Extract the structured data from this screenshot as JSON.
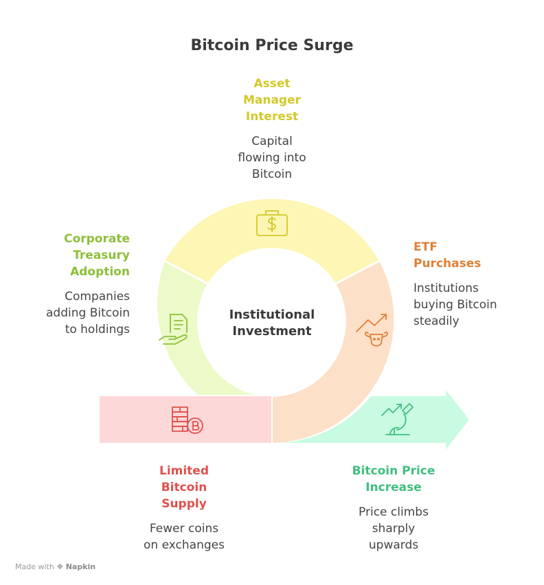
{
  "title": "Bitcoin Price Surge",
  "center_label": "Institutional\nInvestment",
  "sections": {
    "asset_manager": {
      "heading": "Asset\nManager\nInterest",
      "description": "Capital\nflowing into\nBitcoin",
      "color": "#d4c829",
      "fill": "#fdf6b4",
      "icon": "briefcase-dollar-icon"
    },
    "etf": {
      "heading": "ETF\nPurchases",
      "description": "Institutions\nbuying Bitcoin\nsteadily",
      "color": "#e07f35",
      "fill": "#fde0c8",
      "icon": "bull-chart-icon"
    },
    "corporate": {
      "heading": "Corporate\nTreasury\nAdoption",
      "description": "Companies\nadding Bitcoin\nto holdings",
      "color": "#8dbf3a",
      "fill": "#ebfac8",
      "icon": "hand-document-icon"
    },
    "supply": {
      "heading": "Limited\nBitcoin\nSupply",
      "description": "Fewer coins\non exchanges",
      "color": "#e0504b",
      "fill": "#fdd8d8",
      "icon": "bitcoin-stack-icon"
    },
    "price": {
      "heading": "Bitcoin Price\nIncrease",
      "description": "Price climbs\nsharply\nupwards",
      "color": "#3fbf7f",
      "fill": "#c8fbe2",
      "icon": "microscope-chart-icon"
    }
  },
  "footer": {
    "made_with": "Made with",
    "brand": "Napkin"
  }
}
